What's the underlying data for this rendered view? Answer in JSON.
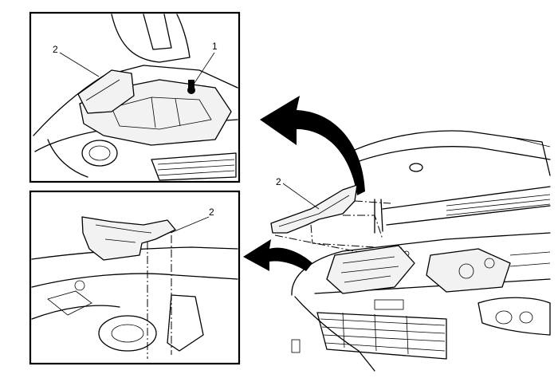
{
  "callouts": {
    "top_panel_label_2": "2",
    "top_panel_label_1": "1",
    "bottom_panel_label_2": "2",
    "main_view_label_2": "2"
  }
}
